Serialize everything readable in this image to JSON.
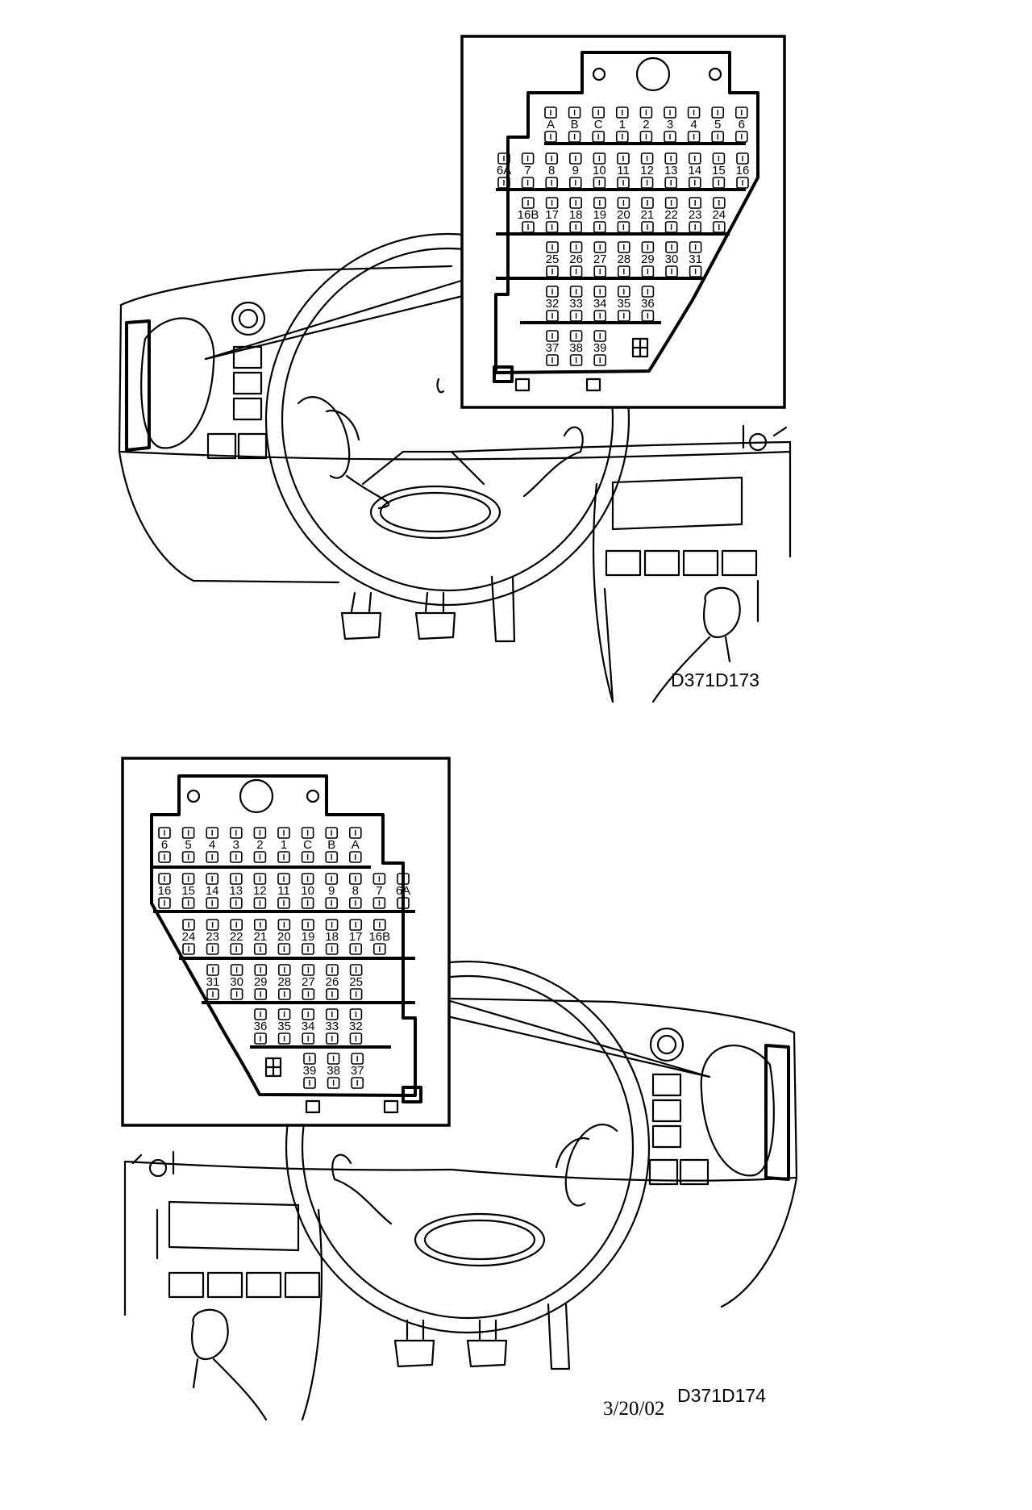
{
  "top_diagram": {
    "code": "D371D173",
    "fuse_rows": [
      [
        "A",
        "B",
        "C",
        "1",
        "2",
        "3",
        "4",
        "5",
        "6"
      ],
      [
        "6A",
        "7",
        "8",
        "9",
        "10",
        "11",
        "12",
        "13",
        "14",
        "15",
        "16"
      ],
      [
        "16B",
        "17",
        "18",
        "19",
        "20",
        "21",
        "22",
        "23",
        "24"
      ],
      [
        "25",
        "26",
        "27",
        "28",
        "29",
        "30",
        "31"
      ],
      [
        "32",
        "33",
        "34",
        "35",
        "36"
      ],
      [
        "37",
        "38",
        "39"
      ]
    ]
  },
  "bottom_diagram": {
    "code": "D371D174",
    "fuse_rows": [
      [
        "6",
        "5",
        "4",
        "3",
        "2",
        "1",
        "C",
        "B",
        "A"
      ],
      [
        "16",
        "15",
        "14",
        "13",
        "12",
        "11",
        "10",
        "9",
        "8",
        "7",
        "6A"
      ],
      [
        "24",
        "23",
        "22",
        "21",
        "20",
        "19",
        "18",
        "17",
        "16B"
      ],
      [
        "31",
        "30",
        "29",
        "28",
        "27",
        "26",
        "25"
      ],
      [
        "36",
        "35",
        "34",
        "33",
        "32"
      ],
      [
        "39",
        "38",
        "37"
      ]
    ]
  },
  "date": "3/20/02"
}
